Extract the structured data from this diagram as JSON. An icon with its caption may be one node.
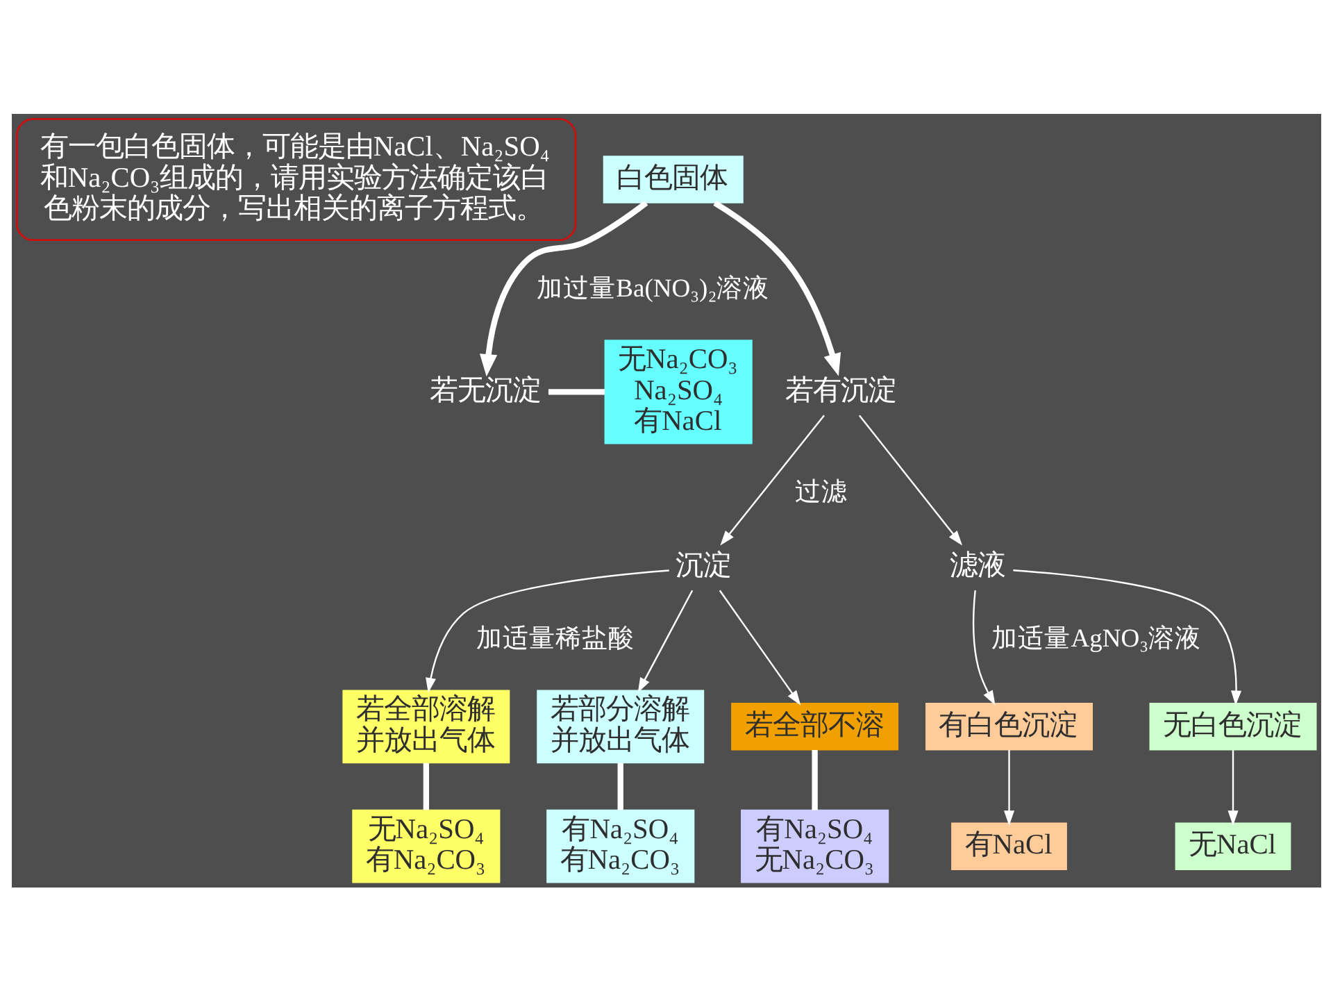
{
  "diagram": {
    "nodes": [
      {
        "text": [
          "有一包白色固体，可能是由NaCl、Na₂SO₄和Na₂CO₃组成的，请用实验方法确定该白色粉末的成分，写出相关的离子方程式。"
        ]
      },
      {
        "text": [
          "白色固体"
        ]
      },
      {
        "text": [
          "若无沉淀"
        ]
      },
      {
        "text": [
          "若有沉淀"
        ]
      },
      {
        "text": [
          "无Na₂CO₃ Na₂SO₄",
          "有NaCl"
        ]
      },
      {
        "text": [
          "沉淀"
        ]
      },
      {
        "text": [
          "滤液"
        ]
      },
      {
        "text": [
          "若全部溶解并放出气体"
        ]
      },
      {
        "text": [
          "若部分溶解并放出气体"
        ]
      },
      {
        "text": [
          "若全部不溶"
        ]
      },
      {
        "text": [
          "无Na₂SO₄",
          "有Na₂CO₃"
        ]
      },
      {
        "text": [
          "有Na₂SO₄",
          "有Na₂CO₃"
        ]
      },
      {
        "text": [
          "有Na₂SO₄",
          "无Na₂CO₃"
        ]
      },
      {
        "text": [
          "有白色沉淀"
        ]
      },
      {
        "text": [
          "无白色沉淀"
        ]
      },
      {
        "text": [
          "有NaCl"
        ]
      },
      {
        "text": [
          "无NaCl"
        ]
      }
    ],
    "edges": [
      {
        "from": 1,
        "to": 2,
        "arrow": "to",
        "label": "加过量Ba(NO₃)₂溶液",
        "style": "thick"
      },
      {
        "from": 1,
        "to": 3,
        "arrow": "to",
        "style": "thick"
      },
      {
        "from": 2,
        "to": 4,
        "arrow": "none",
        "style": "thick"
      },
      {
        "from": 3,
        "to": 5,
        "arrow": "to",
        "label": "过滤"
      },
      {
        "from": 3,
        "to": 6,
        "arrow": "to"
      },
      {
        "from": 5,
        "to": 7,
        "arrow": "to",
        "label": "加适量稀盐酸"
      },
      {
        "from": 5,
        "to": 8,
        "arrow": "to"
      },
      {
        "from": 5,
        "to": 9,
        "arrow": "to"
      },
      {
        "from": 6,
        "to": 13,
        "arrow": "to",
        "label": "加适量AgNO₃溶液"
      },
      {
        "from": 6,
        "to": 14,
        "arrow": "to"
      },
      {
        "from": 7,
        "to": 10,
        "arrow": "none",
        "style": "thick"
      },
      {
        "from": 8,
        "to": 11,
        "arrow": "none",
        "style": "thick"
      },
      {
        "from": 9,
        "to": 12,
        "arrow": "none",
        "style": "thick"
      },
      {
        "from": 13,
        "to": 15,
        "arrow": "to"
      },
      {
        "from": 14,
        "to": 16,
        "arrow": "to"
      }
    ]
  }
}
